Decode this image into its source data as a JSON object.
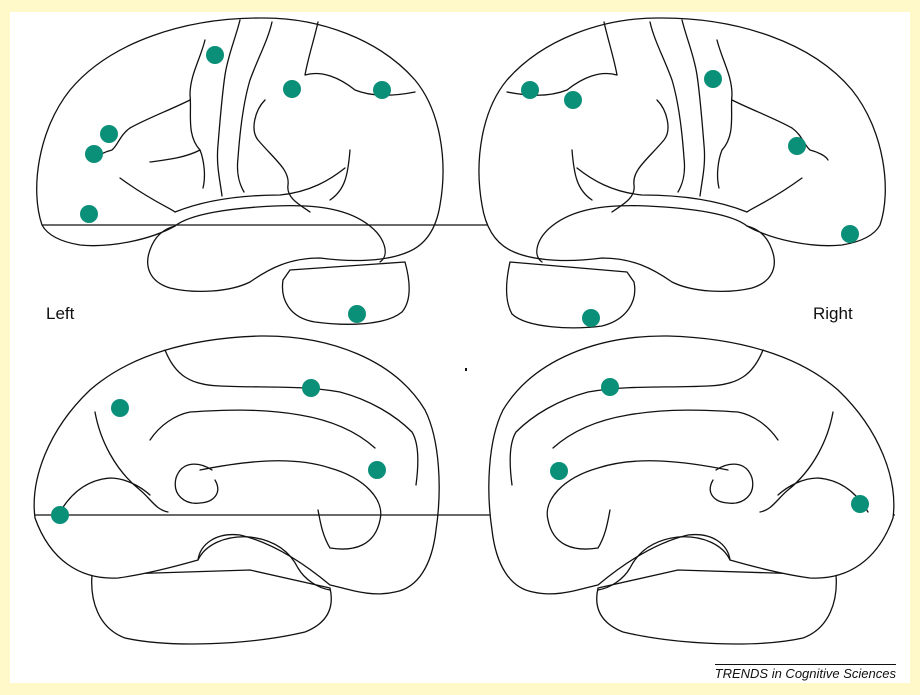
{
  "labels": {
    "left": "Left",
    "right": "Right"
  },
  "journal": "TRENDS in Cognitive Sciences",
  "colors": {
    "frame": "#fff9c9",
    "dot": "#0a8f78",
    "line": "#111111",
    "background": "#ffffff"
  }
}
